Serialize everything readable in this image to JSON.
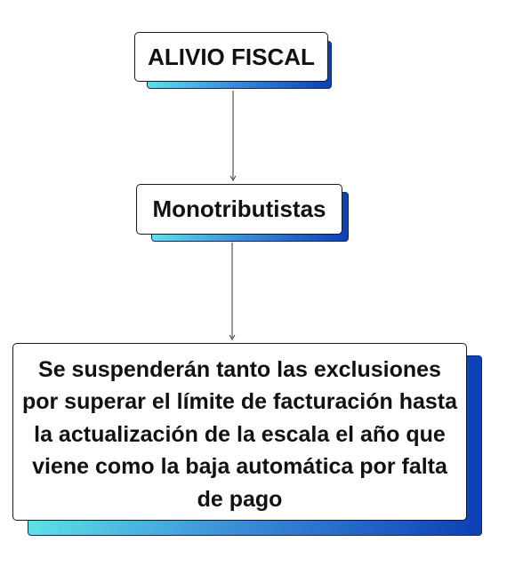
{
  "diagram": {
    "nodes": [
      {
        "id": "n1",
        "text": "ALIVIO FISCAL"
      },
      {
        "id": "n2",
        "text": "Monotributistas"
      },
      {
        "id": "n3",
        "text": "Se suspenderán tanto las exclusiones por superar el límite de facturación hasta la actualización de la escala el año que viene como la baja automática por falta de pago"
      }
    ],
    "edges": [
      {
        "from": "n1",
        "to": "n2"
      },
      {
        "from": "n2",
        "to": "n3"
      }
    ],
    "colors": {
      "box_fill": "#ffffff",
      "box_border": "#1a1a1a",
      "shadow_gradient_start": "#5ce1e6",
      "shadow_gradient_end": "#0d3fb5",
      "connector": "#333333"
    }
  }
}
